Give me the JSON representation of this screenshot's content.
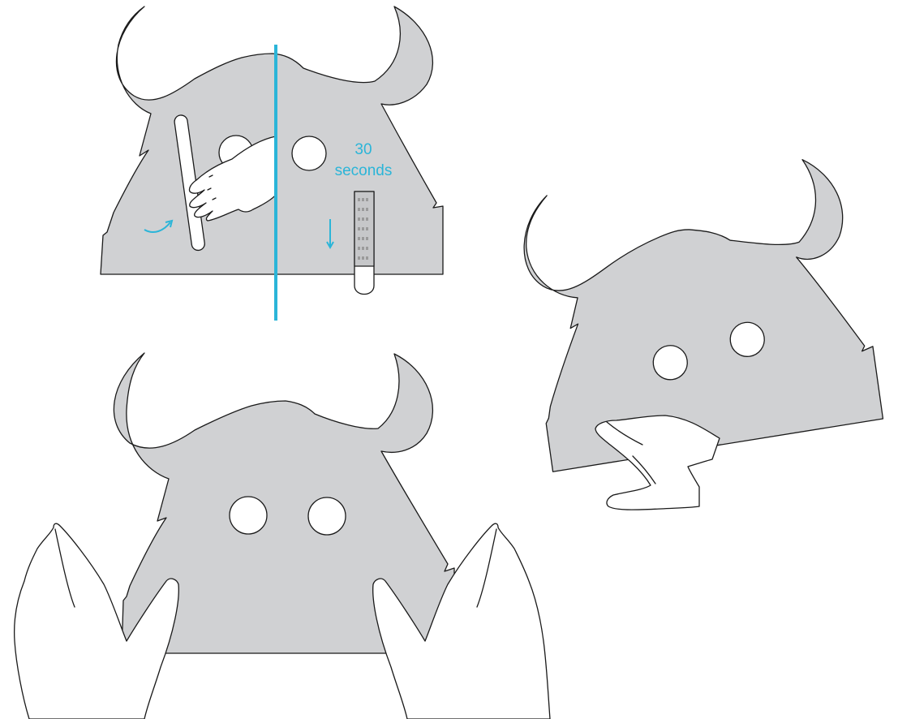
{
  "colors": {
    "accent": "#2bb5d8",
    "mask_fill": "#d0d1d3",
    "outline": "#1a1a1a",
    "paper": "#ffffff"
  },
  "steps": [
    {
      "name": "attach-strip",
      "annotation": {
        "line1": "30",
        "line2": "seconds"
      },
      "icons": [
        "fold-line",
        "curved-arrow-icon",
        "down-arrow-icon",
        "adhesive-strip-icon",
        "pressing-hand-icon",
        "wooden-stick-icon"
      ]
    },
    {
      "name": "hold-mask-one-hand",
      "icons": [
        "holding-hand-icon"
      ]
    },
    {
      "name": "hold-mask-two-hands",
      "icons": [
        "left-hand-icon",
        "right-hand-icon"
      ]
    }
  ]
}
